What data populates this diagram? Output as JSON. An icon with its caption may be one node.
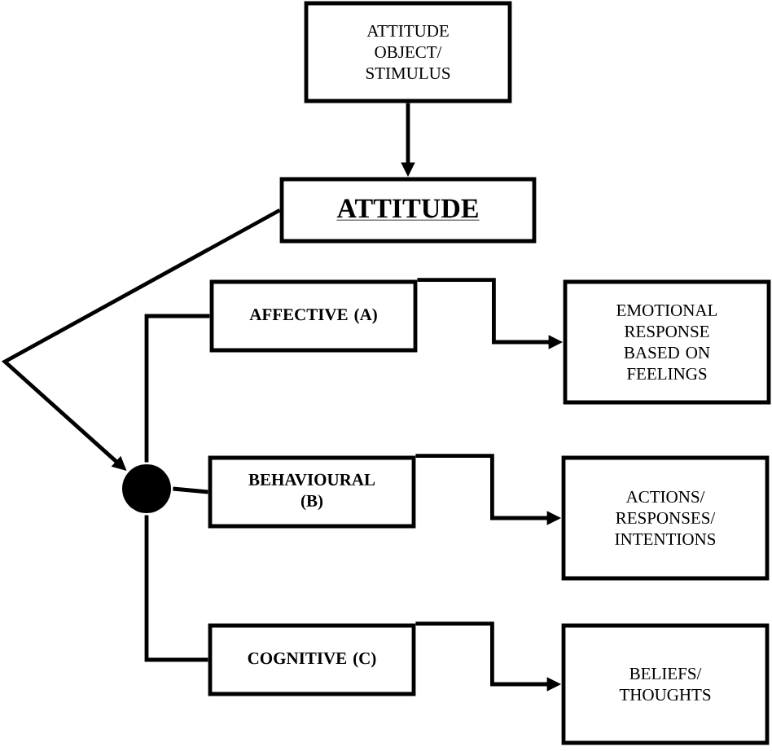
{
  "diagram": {
    "nodes": [
      {
        "text": [
          "ATTITUDE OBJECT/ STIMULUS"
        ]
      },
      {
        "text": [
          "ATTITUDE"
        ]
      },
      {
        "text": [
          "AFFECTIVE (A)"
        ]
      },
      {
        "text": [
          "EMOTIONAL RESPONSE BASED ON FEELINGS"
        ]
      },
      {
        "text": [],
        "shape": "circle"
      },
      {
        "text": [
          "BEHAVIOURAL (B)"
        ]
      },
      {
        "text": [
          "ACTIONS/ RESPONSES/ INTENTIONS"
        ]
      },
      {
        "text": [
          "COGNITIVE (C)"
        ]
      },
      {
        "text": [
          "BELIEFS/ THOUGHTS"
        ]
      }
    ],
    "edges": [
      {
        "from": 0,
        "to": 1,
        "arrow": "to"
      },
      {
        "from": 1,
        "to": 4,
        "arrow": "to"
      },
      {
        "from": 4,
        "to": 2,
        "arrow": "none"
      },
      {
        "from": 4,
        "to": 5,
        "arrow": "none"
      },
      {
        "from": 4,
        "to": 7,
        "arrow": "none"
      },
      {
        "from": 2,
        "to": 3,
        "arrow": "to"
      },
      {
        "from": 5,
        "to": 6,
        "arrow": "to"
      },
      {
        "from": 7,
        "to": 8,
        "arrow": "to"
      }
    ]
  }
}
